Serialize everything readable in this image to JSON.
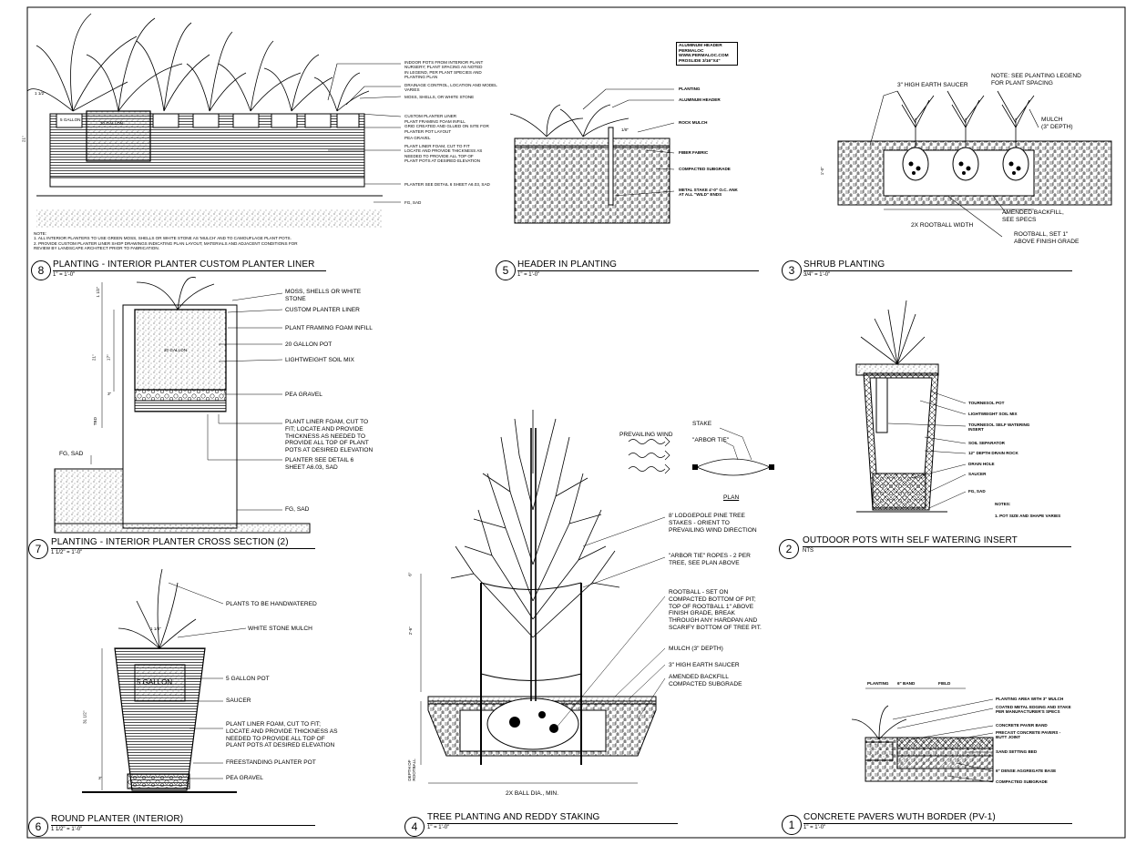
{
  "details": {
    "d8": {
      "number": "8",
      "title": "PLANTING - INTERIOR PLANTER CUSTOM PLANTER LINER",
      "scale": "1\" = 1'-0\"",
      "labels": {
        "indoor_pots": "INDOOR POTS FROM INTERIOR PLANT\nNURSERY; PLANT SPACING AS NOTED\nIN LEGEND, PER PLANT SPECIES AND\nPLANTING PLAN",
        "drainage": "DRAINAGE CONTROL, LOCATION AND MODEL\nVARIES",
        "moss": "MOSS, SHELLS, OR WHITE STONE",
        "liner": "CUSTOM PLANTER LINER",
        "foam": "PLANT FRAMING FOAM INFILL\nGRID CREATED AND GLUED ON SITE FOR\nPLANTER POT LAYOUT",
        "pea_gravel": "PEA GRAVEL",
        "liner_foam": "PLANT LINER FOAM, CUT TO FIT\nLOCATE AND PROVIDE THICKNESS AS\nNEEDED TO PROVIDE ALL TOP OF\nPLANT POTS AT DESIRED ELEVATION",
        "planter_see": "PLANTER SEE DETAIL 6 SHEET A6.03, SAD",
        "fg": "FG, SAD",
        "note": "NOTE:\n1. ALL INTERIOR PLANTERS TO USE GREEN MOSS, SHELLS OR WHITE STONE AS 'MULCH' AND TO CAMOUFLAGE PLANT POTS.\n2. PROVIDE CUSTOM PLANTER LINER SHOP DRAWINGS INDICATING PLAN LAYOUT, MATERIALS AND ADJACENT CONDITIONS FOR\nREVIEW BY LANDSCAPE ARCHITECT PRIOR TO FABRICATION.",
        "dim_1": "1 1/2\"",
        "dim_2": "21\"",
        "pot_big": "20 GALLON",
        "pot_small": "5 GALLON"
      }
    },
    "d5": {
      "number": "5",
      "title": "HEADER IN PLANTING",
      "scale": "1\" = 1'-0\"",
      "labels": {
        "header_box": "ALUMINUM HEADER\nPERMALOC\nWWW.PERMALOC.COM\nPROSLIDE 3/16\"X4\"",
        "planting": "PLANTING",
        "aluminum_header": "ALUMINUM HEADER",
        "rock_mulch": "ROCK MULCH",
        "fiber_fabric": "FIBER FABRIC",
        "subgrade": "COMPACTED SUBGRADE",
        "stake": "METAL STAKE 4'-0\" O.C. ANK\nAT ALL \"WILD\" ENDS",
        "dim": "1/8\""
      }
    },
    "d3": {
      "number": "3",
      "title": "SHRUB PLANTING",
      "scale": "3/4\" = 1'-0\"",
      "labels": {
        "saucer": "3\" HIGH EARTH SAUCER",
        "note": "NOTE: SEE PLANTING LEGEND\nFOR PLANT SPACING",
        "mulch": "MULCH\n(3\" DEPTH)",
        "backfill": "AMENDED BACKFILL,\nSEE SPECS",
        "rootball": "ROOTBALL, SET 1\"\nABOVE FINISH GRADE",
        "width": "2X ROOTBALL WIDTH",
        "dim": "1'-0\""
      }
    },
    "d7": {
      "number": "7",
      "title": "PLANTING - INTERIOR PLANTER CROSS SECTION (2)",
      "scale": "1 1/2\" = 1'-0\"",
      "labels": {
        "moss": "MOSS, SHELLS OR WHITE\nSTONE",
        "liner": "CUSTOM PLANTER LINER",
        "foam": "PLANT FRAMING FOAM INFILL",
        "pot": "20 GALLON POT",
        "soil": "LIGHTWEIGHT SOIL MIX",
        "gravel": "PEA GRAVEL",
        "liner_foam": "PLANT LINER FOAM, CUT TO\nFIT; LOCATE AND PROVIDE\nTHICKNESS AS NEEDED TO\nPROVIDE ALL TOP OF PLANT\nPOTS AT DESIRED ELEVATION",
        "planter_see": "PLANTER SEE DETAIL 6\nSHEET A6.03, SAD",
        "fg_left": "FG, SAD",
        "fg_right": "FG, SAD",
        "dim_a": "1 1/2\"",
        "dim_b": "21\"",
        "dim_c": "17\"",
        "dim_d": "3\"",
        "dim_e": "TBD",
        "pot_text": "20 GALLON"
      }
    },
    "d2": {
      "number": "2",
      "title": "OUTDOOR POTS WITH SELF WATERING INSERT",
      "scale": "NTS",
      "labels": {
        "pot": "TOURNESOL POT",
        "soil": "LIGHTWEIGHT SOIL MIX",
        "insert": "TOURNESOL SELF WATERING\nINSERT",
        "separator": "SOIL SEPARATOR",
        "drain_rock": "12\" DEPTH DRAIN ROCK",
        "drain_hole": "DRAIN HOLE",
        "saucer": "SAUCER",
        "fg": "FG, SAD",
        "notes": "NOTES:",
        "note1": "1. POT SIZE AND SHAPE VARIES"
      }
    },
    "d6": {
      "number": "6",
      "title": "ROUND PLANTER (INTERIOR)",
      "scale": "1 1/2\" = 1'-0\"",
      "labels": {
        "handwater": "PLANTS TO BE HANDWATERED",
        "mulch": "WHITE STONE MULCH",
        "pot": "5 GALLON POT",
        "saucer": "SAUCER",
        "liner_foam": "PLANT LINER FOAM, CUT TO FIT;\nLOCATE AND PROVIDE THICKNESS AS\nNEEDED TO PROVIDE ALL TOP OF\nPLANT POTS AT DESIRED ELEVATION",
        "freestanding": "FREESTANDING PLANTER POT",
        "gravel": "PEA GRAVEL",
        "pot_text": "5 GALLON",
        "dim_a": "1 1/8\"",
        "dim_b": "31 1/2\"",
        "dim_c": "3\""
      }
    },
    "d4": {
      "number": "4",
      "title": "TREE PLANTING AND REDDY STAKING",
      "scale": "1\" = 1'-0\"",
      "labels": {
        "wind": "PREVAILING WIND",
        "stake": "STAKE",
        "arbor_tie": "\"ARBOR TIE\"",
        "plan": "PLAN",
        "lodgepole": "8' LODGEPOLE PINE TREE\nSTAKES - ORIENT TO\nPREVAILING WIND DIRECTION",
        "ropes": "\"ARBOR TIE\" ROPES - 2 PER\nTREE, SEE PLAN ABOVE",
        "rootball": "ROOTBALL - SET ON\nCOMPACTED BOTTOM OF PIT;\nTOP OF ROOTBALL 1\" ABOVE\nFINISH GRADE, BREAK\nTHROUGH ANY HARDPAN AND\nSCARIFY BOTTOM OF TREE PIT.",
        "mulch": "MULCH (3\" DEPTH)",
        "saucer": "3\" HIGH EARTH SAUCER",
        "backfill": "AMENDED BACKFILL",
        "subgrade": "COMPACTED SUBGRADE",
        "ball_width": "2X BALL DIA., MIN.",
        "depth": "DEPTH OF\nROOTBALL",
        "dim_a": "6\"",
        "dim_b": "2'-6\""
      }
    },
    "d1": {
      "number": "1",
      "title": "CONCRETE PAVERS WUTH BORDER (PV-1)",
      "scale": "1\" = 1'-0\"",
      "labels": {
        "planting": "PLANTING",
        "band": "6\" BAND",
        "field": "FIELD",
        "planting_area": "PLANTING AREA WITH 3\" MULCH",
        "edging": "COATED METAL EDGING AND STAKE\nPER MANUFACTURER'S SPECS",
        "paver_band": "CONCRETE PAVER BAND",
        "precast": "PRECAST CONCRETE PAVERS -\nBUTT JOINT",
        "sand": "SAND SETTING BED",
        "base": "6\" DENSE AGGREGATE BASE",
        "subgrade": "COMPACTED SUBGRADE"
      }
    }
  }
}
